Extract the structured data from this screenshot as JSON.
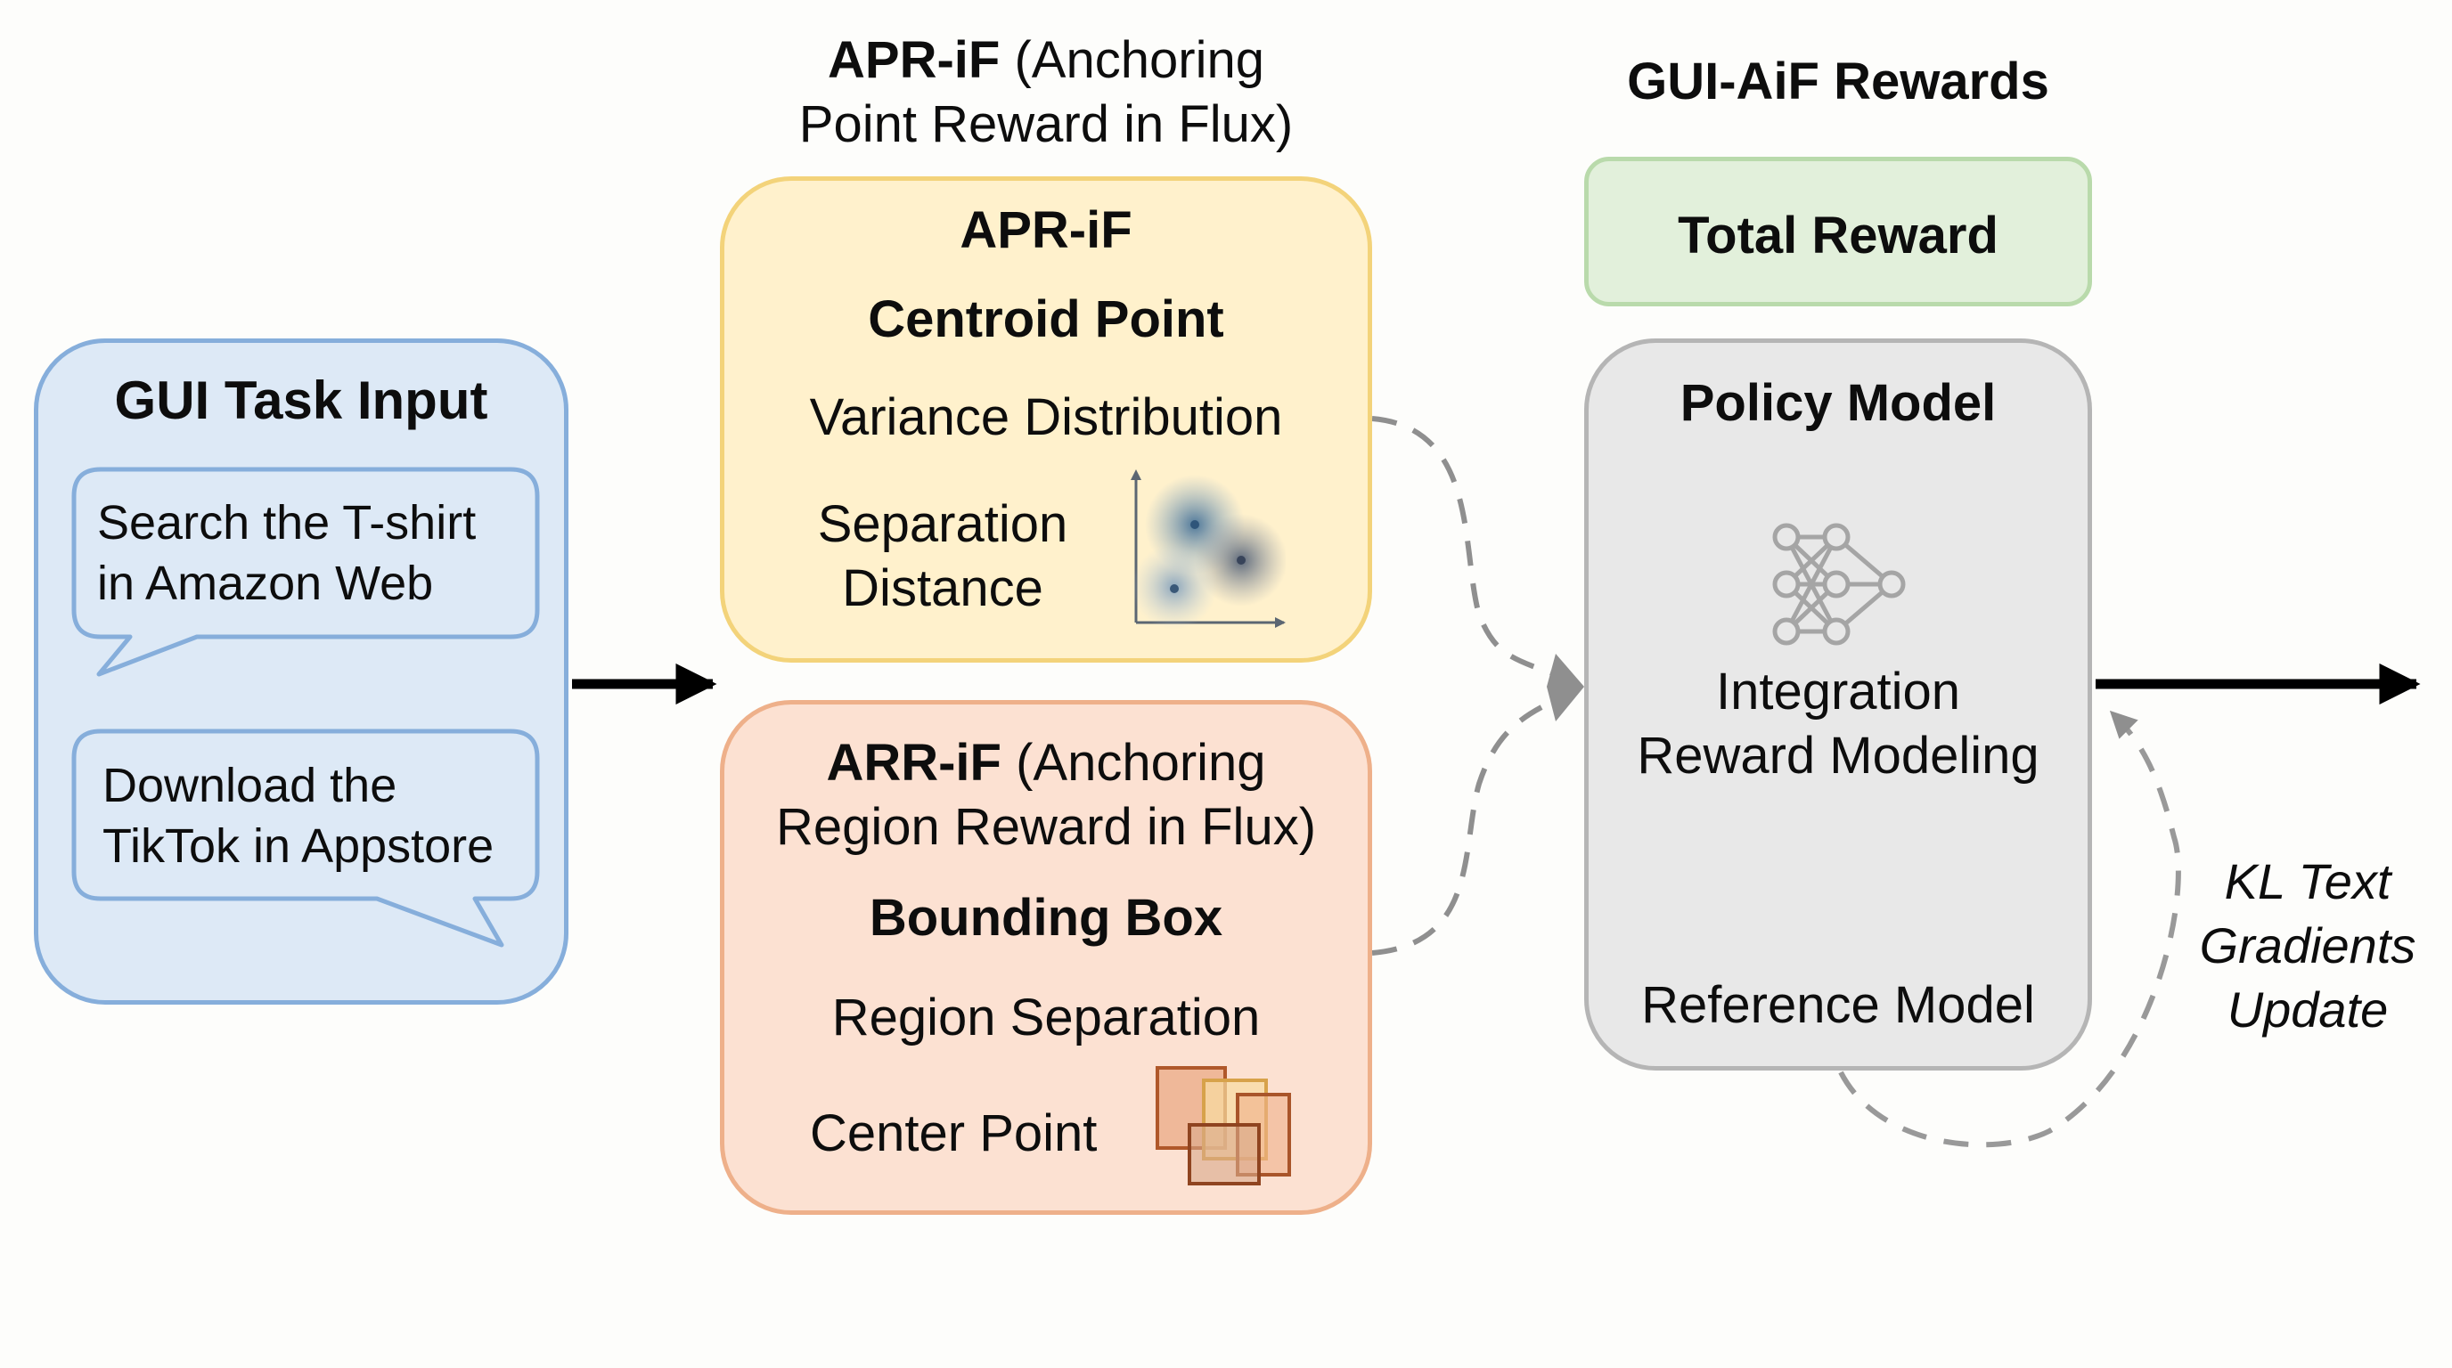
{
  "diagram": {
    "apr_header": {
      "acronym": "APR-iF",
      "expansion_line1": "(Anchoring",
      "expansion_line2": "Point Reward in Flux)"
    },
    "rewards_header": "GUI-AiF Rewards",
    "task_input": {
      "title": "GUI Task Input",
      "bubbles": [
        {
          "line1": "Search the T-shirt",
          "line2": "in Amazon Web"
        },
        {
          "line1": "Download the",
          "line2": "TikTok in Appstore"
        }
      ]
    },
    "apr_box": {
      "title": "APR-iF",
      "subtitle": "Centroid Point",
      "item1": "Variance Distribution",
      "item2_line1": "Separation",
      "item2_line2": "Distance",
      "icon": "scatter-cluster-icon"
    },
    "arr_box": {
      "acronym": "ARR-iF",
      "expansion_line1": "(Anchoring",
      "expansion_line2": "Region Reward in Flux)",
      "subtitle": "Bounding Box",
      "item1": "Region Separation",
      "item2": "Center Point",
      "icon": "overlapping-boxes-icon"
    },
    "total_reward": "Total Reward",
    "policy_box": {
      "title": "Policy Model",
      "icon": "neural-network-icon",
      "integration_line1": "Integration",
      "integration_line2": "Reward Modeling",
      "reference": "Reference Model"
    },
    "feedback_label": {
      "line1": "KL Text",
      "line2": "Gradients",
      "line3": "Update"
    },
    "colors": {
      "task_fill": "#dde9f6",
      "task_stroke": "#86aedb",
      "apr_fill": "#fff1cc",
      "apr_stroke": "#f3d37a",
      "arr_fill": "#fce1d2",
      "arr_stroke": "#eeb08a",
      "total_fill": "#e2f0db",
      "total_stroke": "#b9daab",
      "policy_fill": "#e8e8e8",
      "policy_stroke": "#b5b5b5",
      "dashed_arrow": "#8f8f8f",
      "solid_arrow": "#000000"
    }
  }
}
